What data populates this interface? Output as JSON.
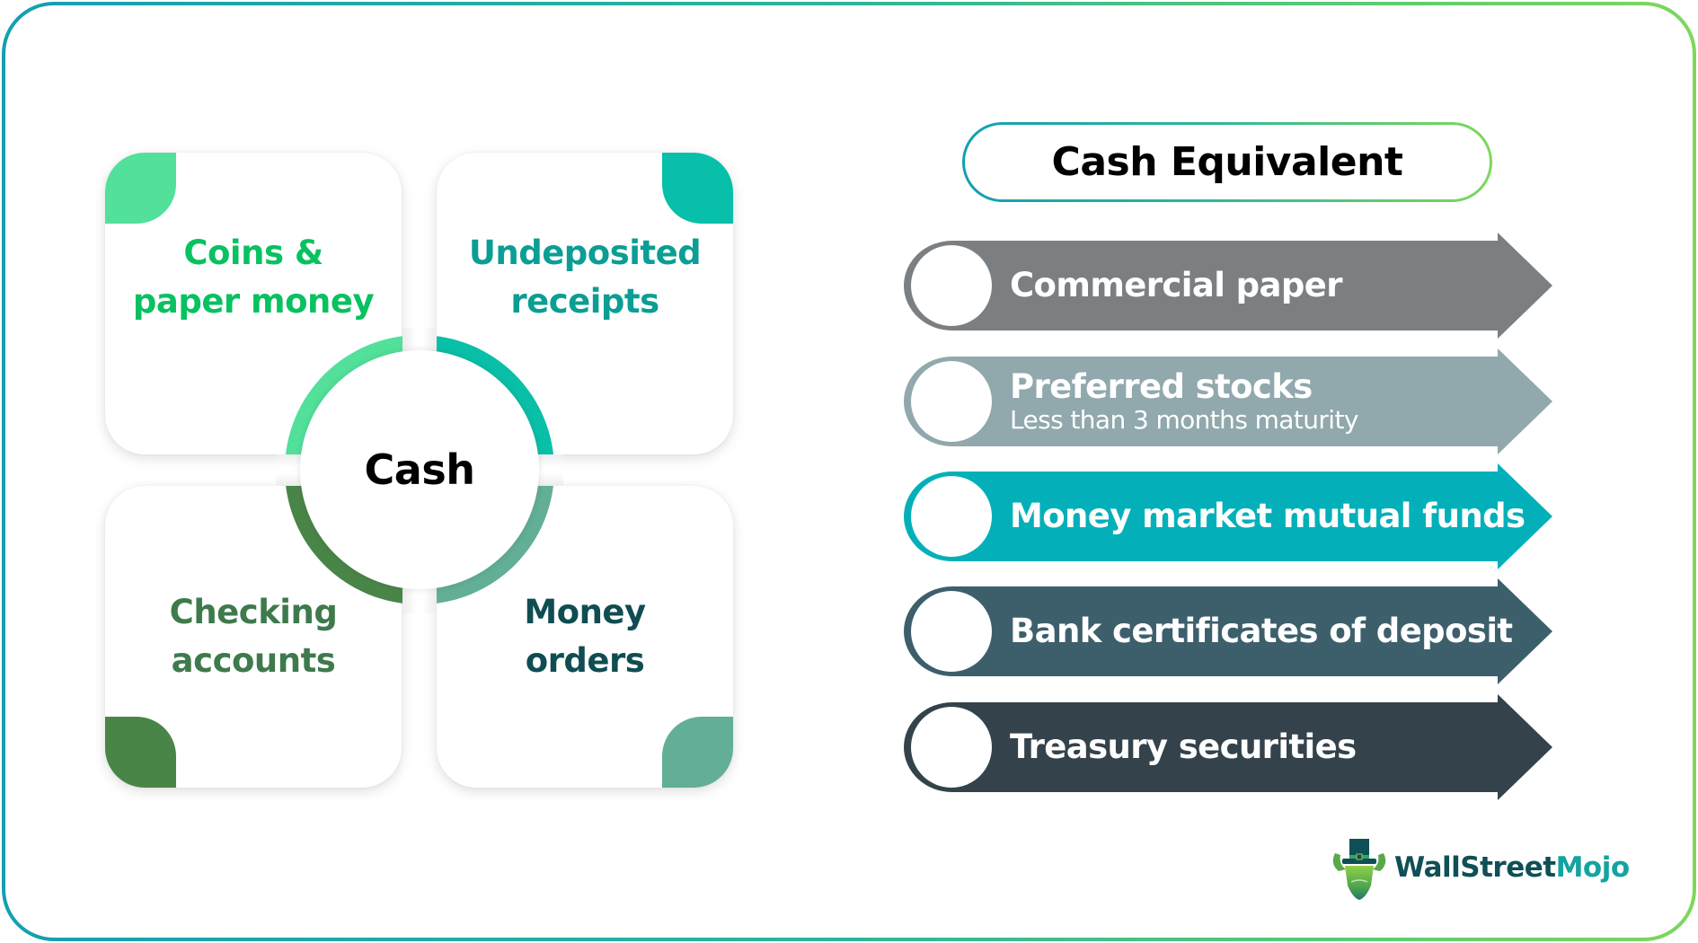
{
  "diagram": {
    "left": {
      "center_label": "Cash",
      "quadrants": [
        {
          "position": "top-left",
          "lines": [
            "Coins &",
            "paper money"
          ],
          "color": "#08c160",
          "accent": "#52e09a"
        },
        {
          "position": "top-right",
          "lines": [
            "Undeposited",
            "receipts"
          ],
          "color": "#0a9e94",
          "accent": "#08bfa9"
        },
        {
          "position": "bottom-left",
          "lines": [
            "Checking",
            "accounts"
          ],
          "color": "#3e7a4c",
          "accent": "#4a8548"
        },
        {
          "position": "bottom-right",
          "lines": [
            "Money",
            "orders"
          ],
          "color": "#0f4d52",
          "accent": "#62ae96"
        }
      ]
    },
    "right": {
      "title": "Cash Equivalent",
      "items": [
        {
          "label": "Commercial paper",
          "sublabel": null,
          "color": "#7b7f82"
        },
        {
          "label": "Preferred stocks",
          "sublabel": "Less than 3 months maturity",
          "color": "#91a8ad"
        },
        {
          "label": "Money market mutual funds",
          "sublabel": null,
          "color": "#03b0b9"
        },
        {
          "label": "Bank certificates of deposit",
          "sublabel": null,
          "color": "#3d5f6b"
        },
        {
          "label": "Treasury securities",
          "sublabel": null,
          "color": "#34434b"
        }
      ]
    }
  },
  "brand": {
    "name_part1": "WallStreet",
    "name_part2": "Mojo",
    "icon": "bull-with-top-hat-icon"
  },
  "colors": {
    "frame_gradient_start": "#13a0b0",
    "frame_gradient_end": "#7dd85a"
  }
}
